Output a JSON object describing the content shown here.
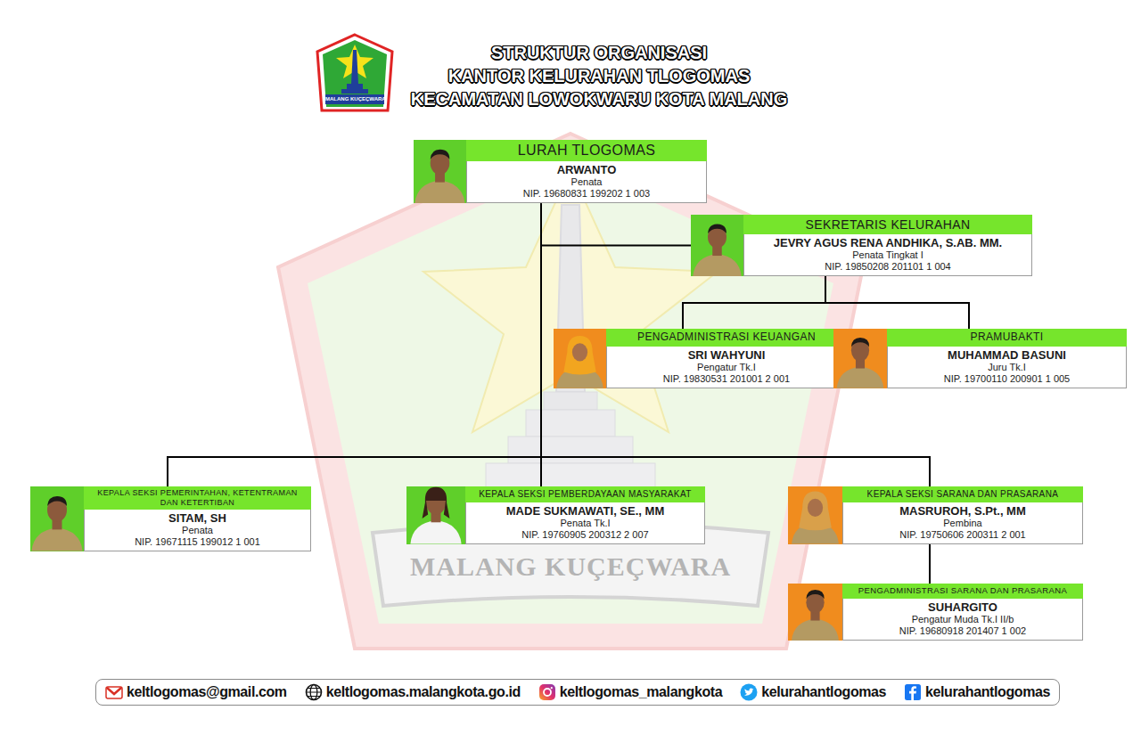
{
  "diagram": {
    "title": "STRUKTUR ORGANISASI",
    "nodes": [
      {
        "text": [
          "LURAH TLOGOMAS",
          "ARWANTO",
          "Penata",
          "NIP. 19680831 199202 1 003"
        ]
      },
      {
        "text": [
          "SEKRETARIS KELURAHAN",
          "JEVRY AGUS RENA ANDHIKA, S.AB. MM.",
          "Penata Tingkat I",
          "NIP. 19850208 201101 1 004"
        ]
      },
      {
        "text": [
          "PENGADMINISTRASI KEUANGAN",
          "SRI WAHYUNI",
          "Pengatur Tk.I",
          "NIP. 19830531 201001 2 001"
        ]
      },
      {
        "text": [
          "PRAMUBAKTI",
          "MUHAMMAD BASUNI",
          "Juru Tk.I",
          "NIP. 19700110 200901 1 005"
        ]
      },
      {
        "text": [
          "KEPALA SEKSI PEMERINTAHAN, KETENTRAMAN DAN KETERTIBAN",
          "SITAM, SH",
          "Penata",
          "NIP. 19671115 199012 1 001"
        ]
      },
      {
        "text": [
          "KEPALA SEKSI PEMBERDAYAAN MASYARAKAT",
          "MADE SUKMAWATI, SE., MM",
          "Penata Tk.I",
          "NIP. 19760905 200312 2 007"
        ]
      },
      {
        "text": [
          "KEPALA SEKSI SARANA DAN PRASARANA",
          "MASRUROH, S.Pt., MM",
          "Pembina",
          "NIP. 19750606 200311 2 001"
        ]
      },
      {
        "text": [
          "PENGADMINISTRASI SARANA DAN PRASARANA",
          "SUHARGITO",
          "Pengatur Muda Tk.I II/b",
          "NIP. 19680918 201407 1 002"
        ]
      },
      {
        "text": [
          "keltlogomas@gmail.com",
          "keltlogomas.malangkota.go.id",
          "keltlogomas_malangkota",
          "kelurahantlogomas",
          "kelurahantlogomas"
        ]
      }
    ],
    "edges": [
      {
        "from": 0,
        "to": 1,
        "arrow": "none"
      },
      {
        "from": 1,
        "to": 2,
        "arrow": "none"
      },
      {
        "from": 1,
        "to": 3,
        "arrow": "none"
      },
      {
        "from": 0,
        "to": 4,
        "arrow": "none"
      },
      {
        "from": 0,
        "to": 5,
        "arrow": "none"
      },
      {
        "from": 0,
        "to": 6,
        "arrow": "none"
      },
      {
        "from": 6,
        "to": 7,
        "arrow": "none"
      }
    ],
    "labels": [
      "KANTOR KELURAHAN TLOGOMAS",
      "KECAMATAN LOWOKWARU KOTA MALANG",
      "MALANG KUÇEÇWARA",
      "MALANG KUÇEÇWARA"
    ]
  }
}
